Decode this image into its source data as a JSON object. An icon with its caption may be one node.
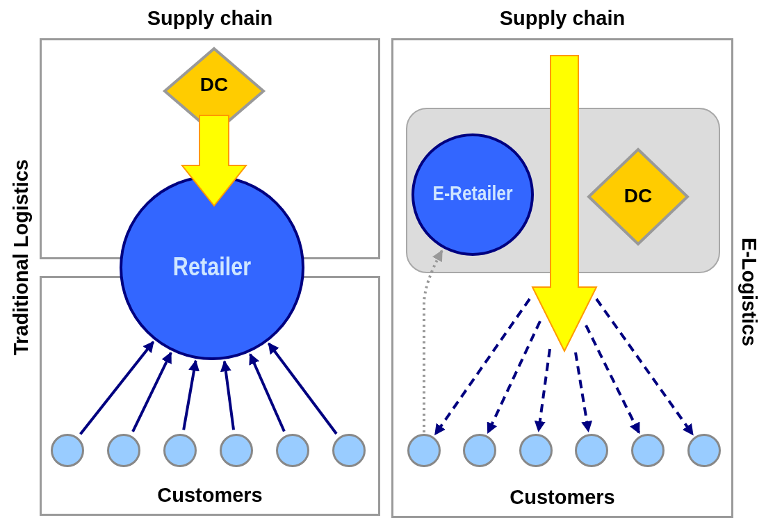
{
  "diagram": {
    "nodes": [
      {
        "text": [
          "Supply chain"
        ]
      },
      {
        "text": [
          "DC"
        ],
        "in": 0
      },
      {
        "text": [
          "Retailer"
        ]
      },
      {
        "text": [
          "Customers"
        ]
      },
      {
        "text": [],
        "shape": "circle",
        "in": 3
      },
      {
        "text": [],
        "shape": "circle",
        "in": 3
      },
      {
        "text": [],
        "shape": "circle",
        "in": 3
      },
      {
        "text": [],
        "shape": "circle",
        "in": 3
      },
      {
        "text": [],
        "shape": "circle",
        "in": 3
      },
      {
        "text": [],
        "shape": "circle",
        "in": 3
      },
      {
        "text": [
          "Supply chain",
          "Customers"
        ]
      },
      {
        "text": [],
        "shape": "box",
        "in": 10
      },
      {
        "text": [
          "E-Retailer"
        ],
        "in": 11
      },
      {
        "text": [
          "DC"
        ],
        "in": 11
      },
      {
        "text": [],
        "shape": "circle",
        "in": 10
      },
      {
        "text": [],
        "shape": "circle",
        "in": 10
      },
      {
        "text": [],
        "shape": "circle",
        "in": 10
      },
      {
        "text": [],
        "shape": "circle",
        "in": 10
      },
      {
        "text": [],
        "shape": "circle",
        "in": 10
      },
      {
        "text": [],
        "shape": "circle",
        "in": 10
      }
    ],
    "edges": [
      {
        "from": 1,
        "to": 2,
        "arrow": "to",
        "style": "thick",
        "color": "#ffff00"
      },
      {
        "from": 4,
        "to": 2,
        "arrow": "to"
      },
      {
        "from": 5,
        "to": 2,
        "arrow": "to"
      },
      {
        "from": 6,
        "to": 2,
        "arrow": "to"
      },
      {
        "from": 7,
        "to": 2,
        "arrow": "to"
      },
      {
        "from": 8,
        "to": 2,
        "arrow": "to"
      },
      {
        "from": 9,
        "to": 2,
        "arrow": "to"
      },
      {
        "from": null,
        "to": 14,
        "arrow": "to",
        "style": "dashed"
      },
      {
        "from": null,
        "to": 15,
        "arrow": "to",
        "style": "dashed"
      },
      {
        "from": null,
        "to": 16,
        "arrow": "to",
        "style": "dashed"
      },
      {
        "from": null,
        "to": 17,
        "arrow": "to",
        "style": "dashed"
      },
      {
        "from": null,
        "to": 18,
        "arrow": "to",
        "style": "dashed"
      },
      {
        "from": null,
        "to": 19,
        "arrow": "to",
        "style": "dashed"
      },
      {
        "from": 14,
        "to": 12,
        "arrow": "to",
        "style": "dashed",
        "color": "#999999"
      },
      {
        "from": 10,
        "to": null,
        "arrow": "to",
        "style": "thick",
        "color": "#ffff00"
      }
    ],
    "labels": [
      "Traditional Logistics",
      "E-Logistics"
    ]
  }
}
